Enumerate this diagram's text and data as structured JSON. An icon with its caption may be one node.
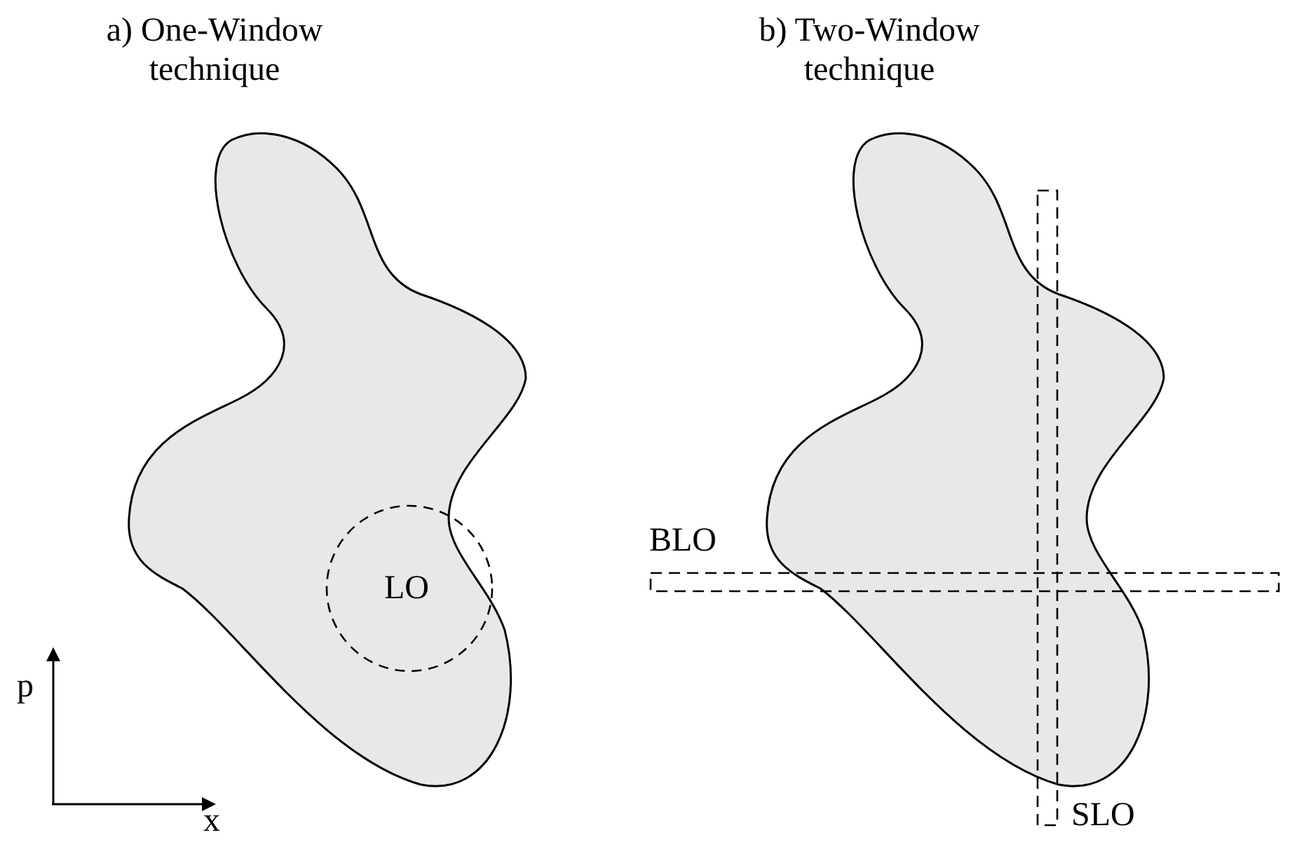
{
  "diagram": {
    "nodes": [
      {
        "text": [
          "LO"
        ]
      },
      {
        "text": [],
        "shape": "box",
        "beside": [
          "BLO"
        ]
      },
      {
        "text": [],
        "shape": "box",
        "beside": [
          "SLO"
        ]
      }
    ],
    "labels": [
      "a) One-Window technique",
      "b) Two-Window technique",
      "p",
      "x"
    ]
  }
}
